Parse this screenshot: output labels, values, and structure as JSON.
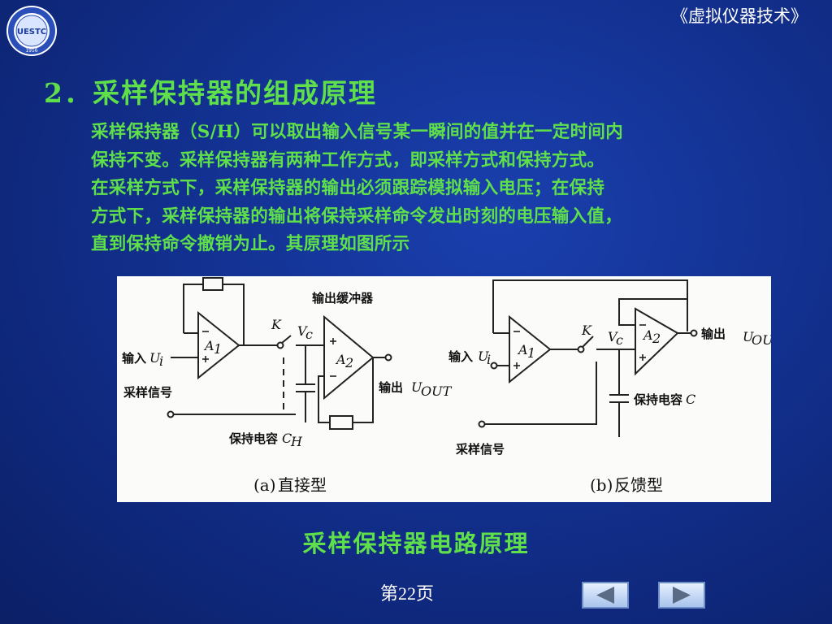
{
  "header": {
    "course_title": "《虚拟仪器技术》",
    "logo_text": "UESTC",
    "logo_year": "1956"
  },
  "slide": {
    "heading": "2．采样保持器的组成原理",
    "paragraph_lines": [
      "采样保持器（S/H）可以取出输入信号某一瞬间的值并在一定时间内",
      "保持不变。采样保持器有两种工作方式，即采样方式和保持方式。",
      "在采样方式下，采样保持器的输出必须跟踪模拟输入电压；在保持",
      "方式下，采样保持器的输出将保持采样命令发出时刻的电压输入值，",
      "直到保持命令撤销为止。其原理如图所示"
    ],
    "caption": "采样保持器电路原理"
  },
  "figure": {
    "a": {
      "input": "输入",
      "input_sym": "U",
      "input_sub": "i",
      "sample_signal": "采样信号",
      "switch": "K",
      "vc": "V",
      "vc_sub": "c",
      "buffer": "输出缓冲器",
      "amp1": "A",
      "amp1_sub": "1",
      "amp2": "A",
      "amp2_sub": "2",
      "output": "输出",
      "output_sym": "U",
      "output_sub": "OUT",
      "cap": "保持电容",
      "cap_sym": "C",
      "cap_sub": "H",
      "label_prefix": "(a)",
      "label": "直接型"
    },
    "b": {
      "input": "输入",
      "input_sym": "U",
      "input_sub": "i",
      "sample_signal": "采样信号",
      "switch": "K",
      "vc": "V",
      "vc_sub": "c",
      "amp1": "A",
      "amp1_sub": "1",
      "amp2": "A",
      "amp2_sub": "2",
      "output": "输出",
      "output_sym": "U",
      "output_sub": "OUT",
      "cap": "保持电容",
      "cap_sym": "C",
      "label_prefix": "(b)",
      "label": "反馈型"
    }
  },
  "footer": {
    "page": "第22页"
  },
  "nav": {
    "prev_icon": "triangle-left-icon",
    "next_icon": "triangle-right-icon",
    "icon_color": "#5a6b86"
  }
}
